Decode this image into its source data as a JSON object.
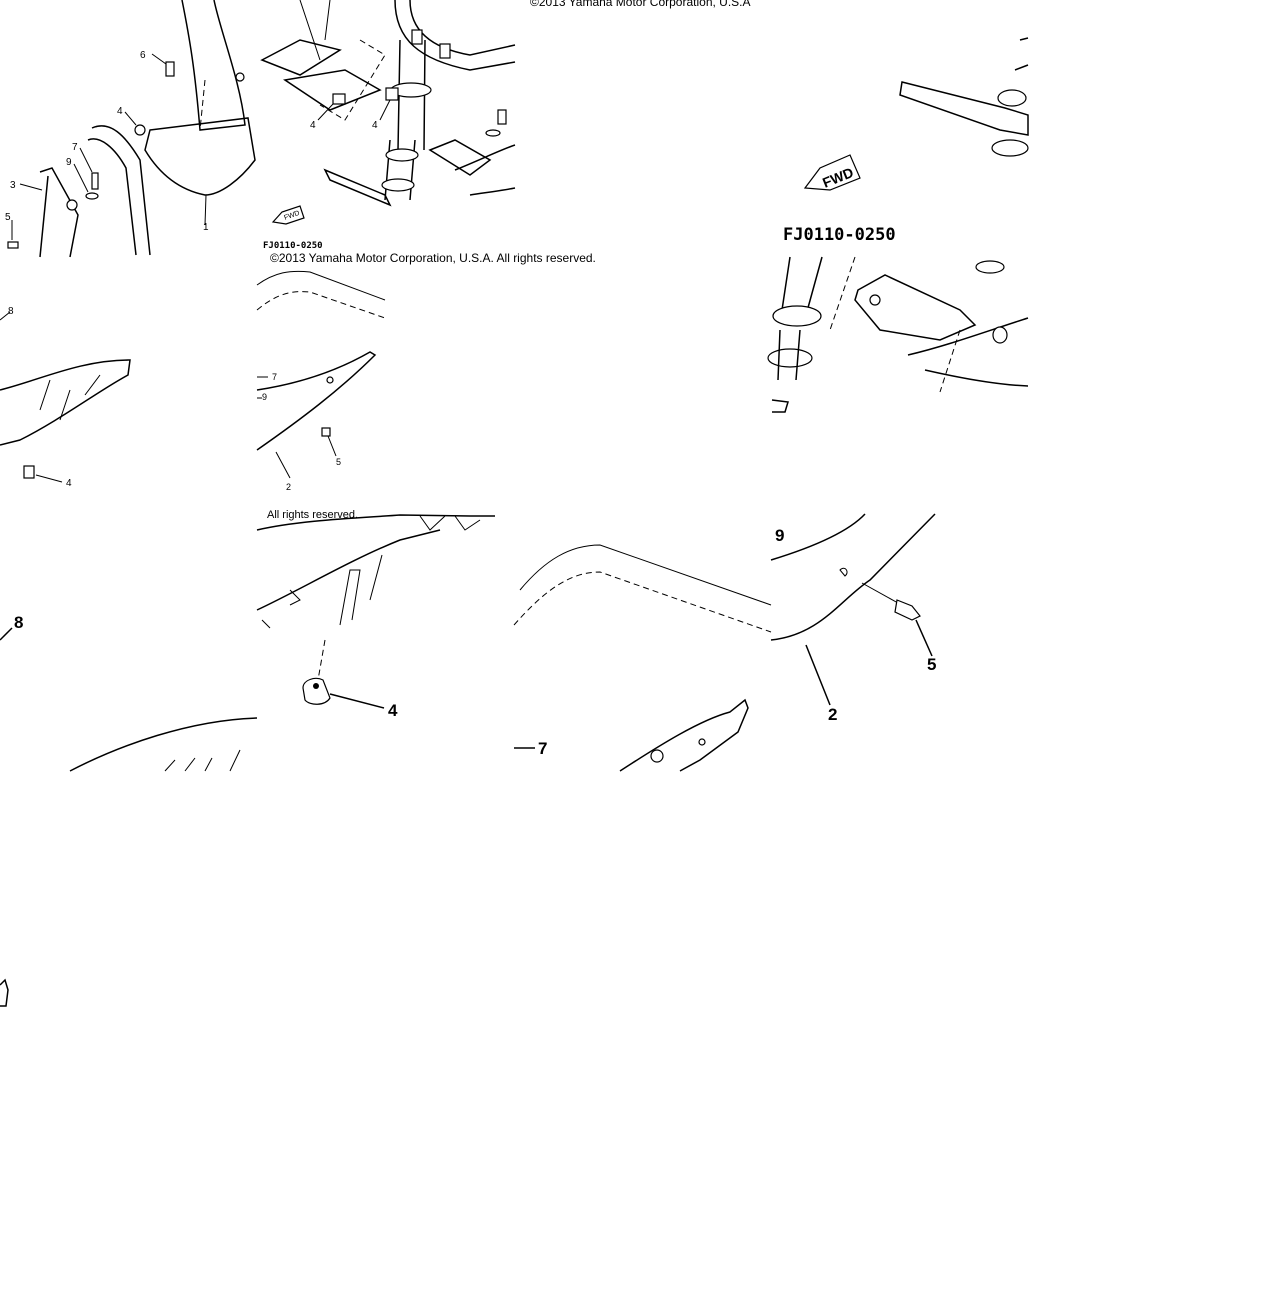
{
  "copyright_top": "©2013 Yamaha Motor Corporation, U.S.A",
  "copyright_tile1": "©2013 Yamaha Motor Corporation, U.S.A. All rights reserved.",
  "rights_fragment": "All rights reserved.",
  "diagram_code_small": "FJ0110-0250",
  "diagram_code_large": "FJ0110-0250",
  "fwd_label": "FWD",
  "callouts_tile1": [
    "6",
    "4",
    "7",
    "9",
    "3",
    "5",
    "1",
    "4",
    "4"
  ],
  "callouts_tile5": [
    "8",
    "4"
  ],
  "callouts_tile6": [
    "7",
    "9",
    "5",
    "2"
  ],
  "callouts_tile9": [
    "8"
  ],
  "callouts_tile10": [
    "4"
  ],
  "callouts_tile11": [
    "7"
  ],
  "callouts_tile12": [
    "9",
    "5",
    "2"
  ]
}
